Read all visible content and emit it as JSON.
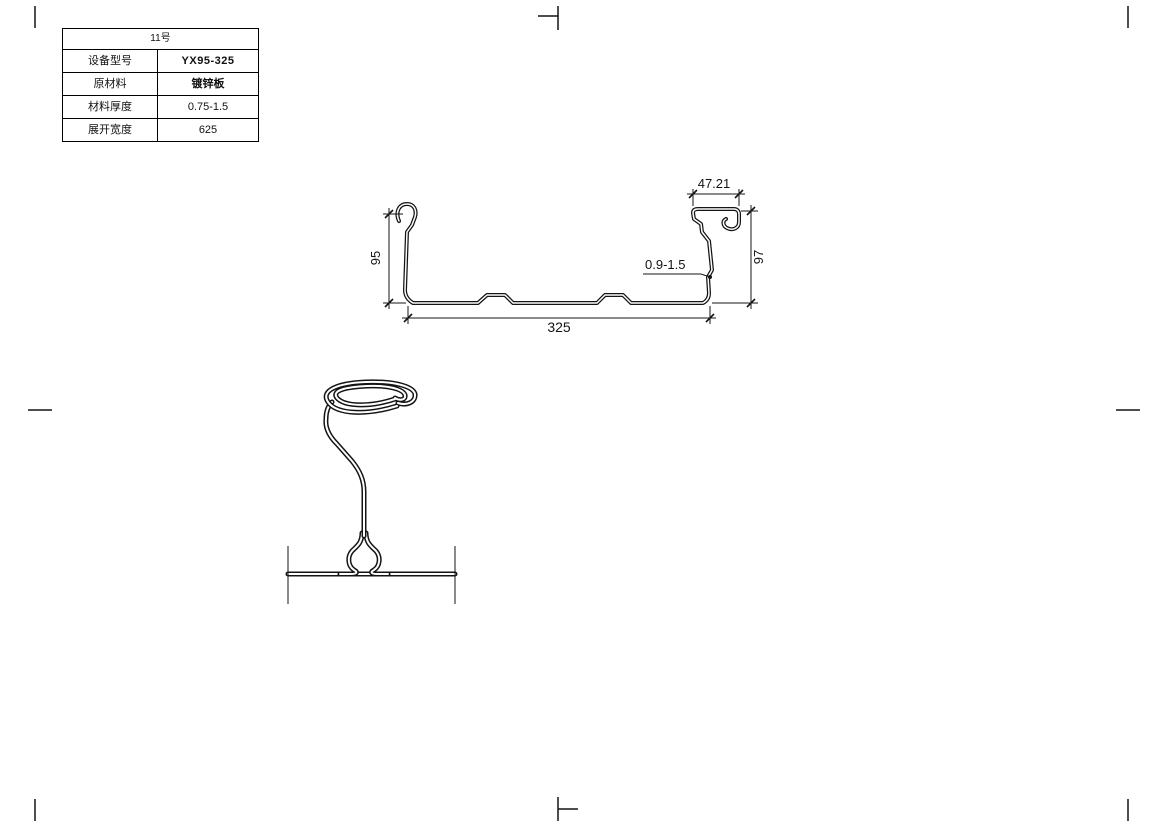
{
  "sheet": {
    "background": "#ffffff",
    "line_color": "#141414"
  },
  "title_block": {
    "header": "11号",
    "rows": [
      {
        "label": "设备型号",
        "value": "YX95-325"
      },
      {
        "label": "原材料",
        "value": "镀锌板"
      },
      {
        "label": "材料厚度",
        "value": "0.75-1.5"
      },
      {
        "label": "展开宽度",
        "value": "625"
      }
    ]
  },
  "profile": {
    "dims": {
      "cap_width": "47.21",
      "left_height": "95",
      "right_height": "97",
      "thickness_range": "0.9-1.5",
      "cover_width": "325"
    }
  }
}
